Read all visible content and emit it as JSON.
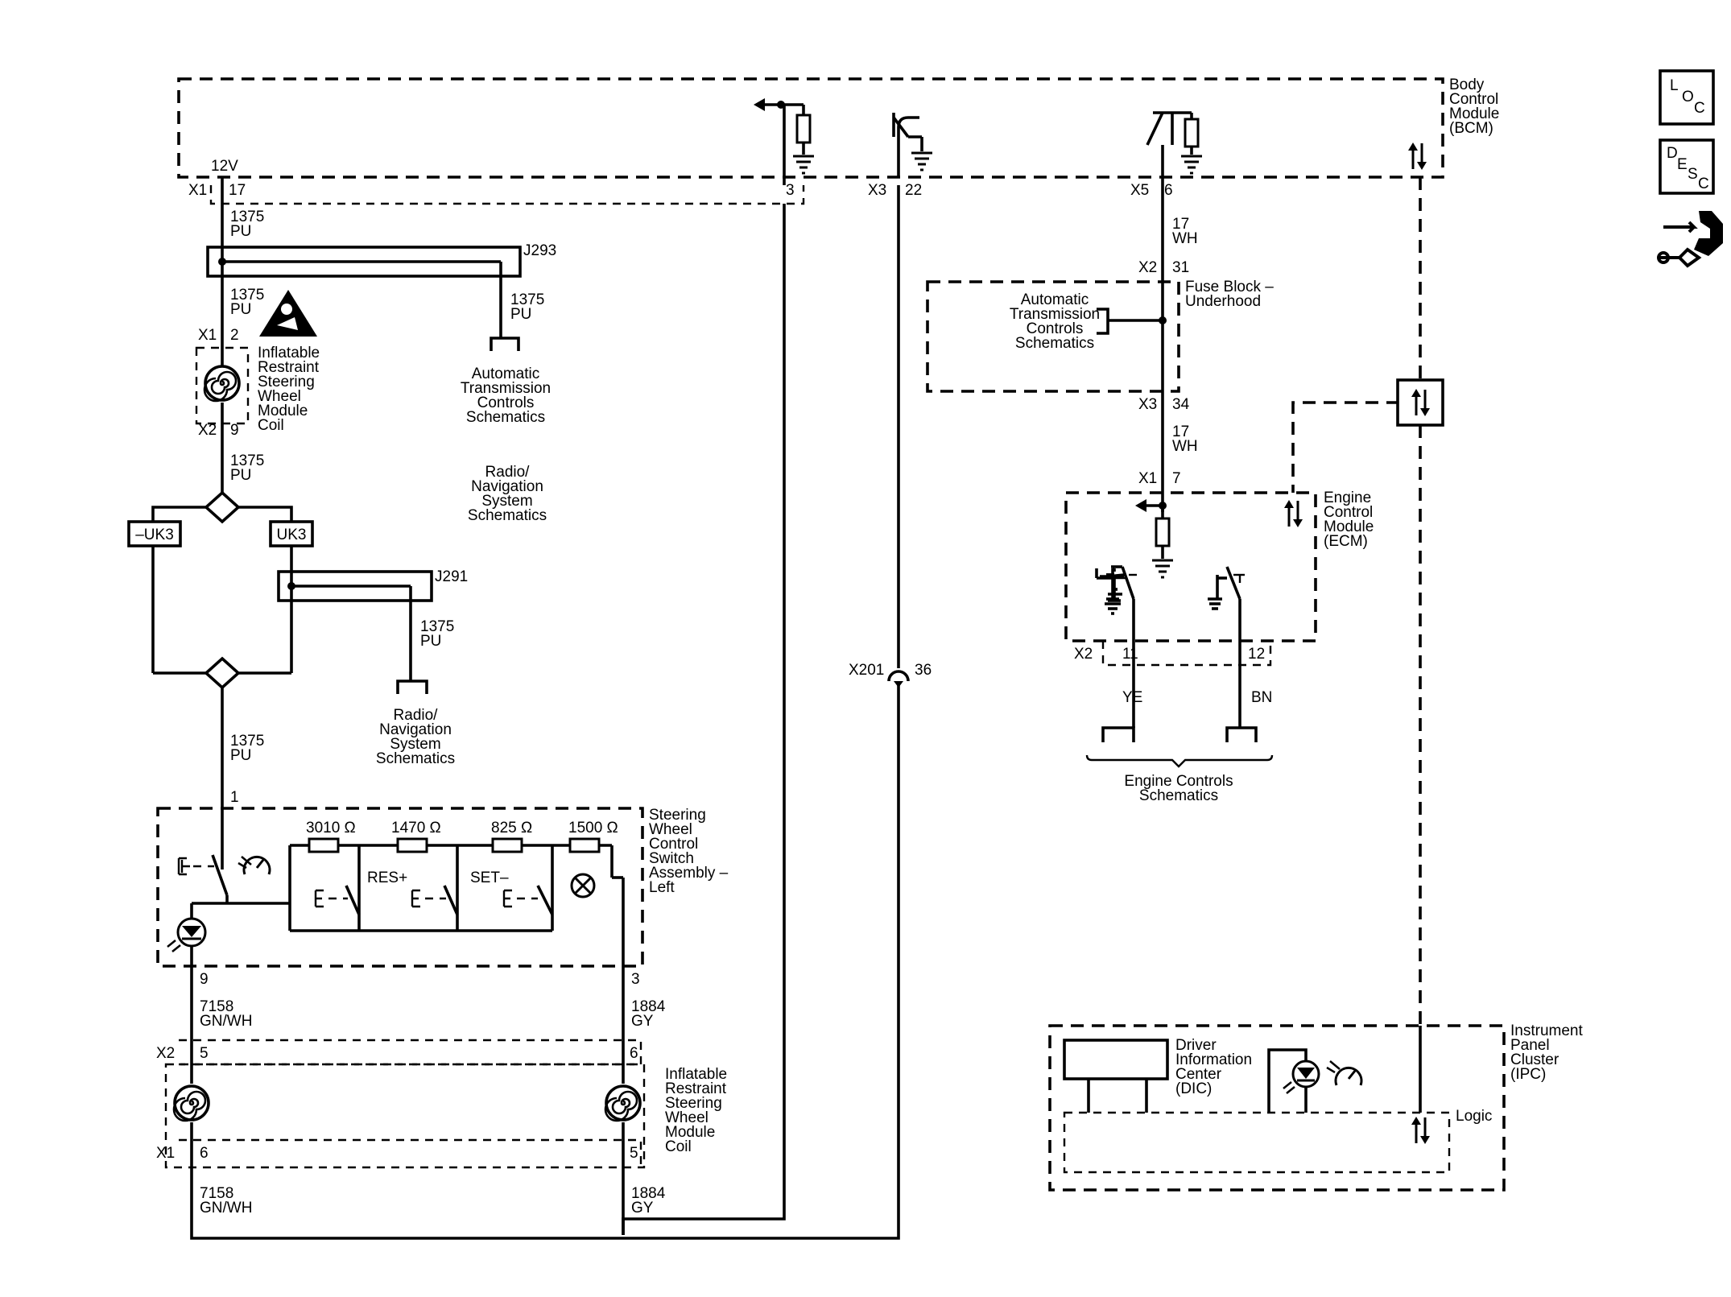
{
  "bcm": {
    "title_lines": [
      "Body",
      "Control",
      "Module",
      "(BCM)"
    ],
    "voltage": "12V"
  },
  "conn": {
    "x1_17": {
      "c": "X1",
      "p": "17"
    },
    "bcm_p3": "3",
    "x3_22": {
      "c": "X3",
      "p": "22"
    },
    "x5_6": {
      "c": "X5",
      "p": "6"
    },
    "x2_31": {
      "c": "X2",
      "p": "31"
    },
    "x3_34": {
      "c": "X3",
      "p": "34"
    },
    "x1_7": {
      "c": "X1",
      "p": "7"
    },
    "coil_x1_2": {
      "c": "X1",
      "p": "2"
    },
    "coil_x2_9": {
      "c": "X2",
      "p": "9"
    },
    "x201_36": {
      "c": "X201",
      "p": "36"
    },
    "ecm_x2": "X2",
    "ecm_11": "11",
    "ecm_12": "12",
    "sw_1": "1",
    "sw_9": "9",
    "sw_3": "3",
    "lc_x2": {
      "c": "X2",
      "l": "5",
      "r": "6"
    },
    "lc_x1": {
      "c": "X1",
      "l": "6",
      "r": "5"
    }
  },
  "wires": {
    "w1": [
      "1375",
      "PU"
    ],
    "w2": [
      "1375",
      "PU"
    ],
    "w3": [
      "1375",
      "PU"
    ],
    "w4": [
      "1375",
      "PU"
    ],
    "w5": [
      "1375",
      "PU"
    ],
    "w6": [
      "1375",
      "PU"
    ],
    "w7": [
      "17",
      "WH"
    ],
    "w8": [
      "17",
      "WH"
    ],
    "w9": [
      "7158",
      "GN/WH"
    ],
    "w10": [
      "1884",
      "GY"
    ],
    "w11": [
      "7158",
      "GN/WH"
    ],
    "w12": [
      "1884",
      "GY"
    ],
    "ye": "YE",
    "bn": "BN"
  },
  "splices": {
    "j293": "J293",
    "j291": "J291"
  },
  "options": {
    "neg_uk3": "–UK3",
    "uk3": "UK3"
  },
  "labels": {
    "airbag_coil_upper": [
      "Inflatable",
      "Restraint",
      "Steering",
      "Wheel",
      "Module",
      "Coil"
    ],
    "airbag_coil_lower": [
      "Inflatable",
      "Restraint",
      "Steering",
      "Wheel",
      "Module",
      "Coil"
    ],
    "atc_schem_1": [
      "Automatic",
      "Transmission",
      "Controls",
      "Schematics"
    ],
    "radio_text": [
      "Radio/",
      "Navigation",
      "System",
      "Schematics"
    ],
    "radio_schem": [
      "Radio/",
      "Navigation",
      "System",
      "Schematics"
    ],
    "atc_schem_2": [
      "Automatic",
      "Transmission",
      "Controls",
      "Schematics"
    ],
    "fuse_block": [
      "Fuse Block –",
      "Underhood"
    ],
    "ecm": [
      "Engine",
      "Control",
      "Module",
      "(ECM)"
    ],
    "engine_schem": [
      "Engine Controls",
      "Schematics"
    ],
    "switch_assy": [
      "Steering",
      "Wheel",
      "Control",
      "Switch",
      "Assembly –",
      "Left"
    ],
    "ipc": [
      "Instrument",
      "Panel",
      "Cluster",
      "(IPC)"
    ],
    "dic": [
      "Driver",
      "Information",
      "Center",
      "(DIC)"
    ],
    "logic": "Logic"
  },
  "resistors": {
    "r1": "3010 Ω",
    "r2": "1470 Ω",
    "r3": "825 Ω",
    "r4": "1500 Ω"
  },
  "switches": {
    "res": "RES+",
    "set": "SET–"
  },
  "legend": {
    "loc": [
      "L",
      "O",
      "C"
    ],
    "desc": [
      "D",
      "E",
      "S",
      "C"
    ],
    "icon": "connector-tool-icon"
  },
  "icons": {
    "warning": "airbag-warning-icon",
    "clockspring": "clockspring-coil-icon",
    "cruise": "cruise-gauge-icon",
    "lamp": "lamp-cross-icon",
    "led": "led-icon",
    "serial_data": "serial-data-arrows-icon",
    "ground": "ground-icon"
  }
}
